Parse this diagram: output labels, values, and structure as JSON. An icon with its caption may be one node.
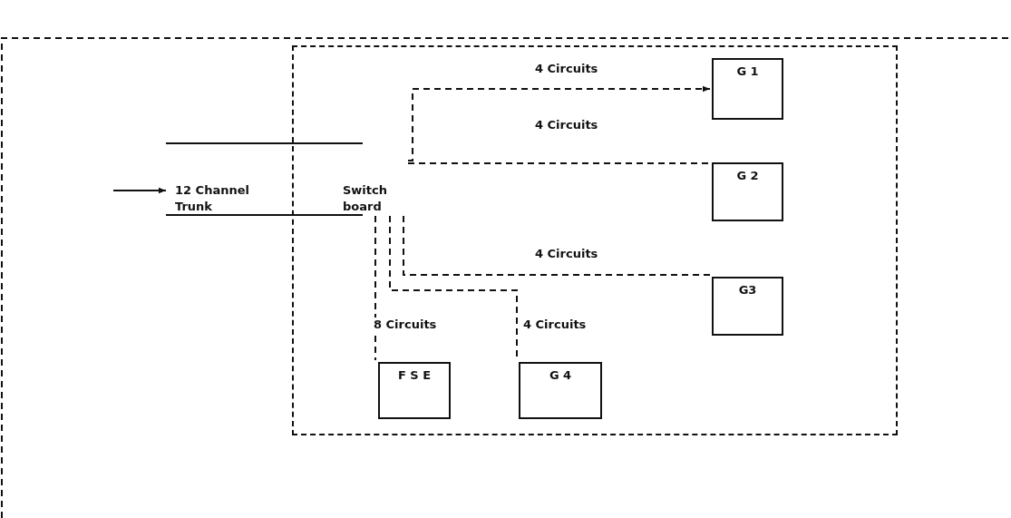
{
  "diagram": {
    "nodes": [
      {
        "text": [],
        "shape": "box"
      },
      {
        "text": [
          "12 Channel Trunk",
          "Switch board"
        ]
      },
      {
        "text": [
          "G 1"
        ],
        "in": 0
      },
      {
        "text": [
          "G 2"
        ],
        "in": 0
      },
      {
        "text": [
          "G3"
        ],
        "in": 0
      },
      {
        "text": [
          "F S E"
        ],
        "in": 0
      },
      {
        "text": [
          "G 4"
        ],
        "in": 0
      }
    ],
    "edges": [
      {
        "from": null,
        "to": 1,
        "arrow": "to"
      },
      {
        "from": 1,
        "to": 2,
        "arrow": "to",
        "style": "dashed",
        "label": "4 Circuits"
      },
      {
        "from": 1,
        "to": 3,
        "arrow": "none",
        "style": "dashed",
        "label": "4 Circuits"
      },
      {
        "from": 1,
        "to": 4,
        "arrow": "none",
        "style": "dashed",
        "label": "4 Circuits"
      },
      {
        "from": 1,
        "to": 5,
        "arrow": "none",
        "style": "dashed",
        "label": "8 Circuits"
      },
      {
        "from": 1,
        "to": 6,
        "arrow": "none",
        "style": "dashed",
        "label": "4 Circuits"
      }
    ]
  }
}
